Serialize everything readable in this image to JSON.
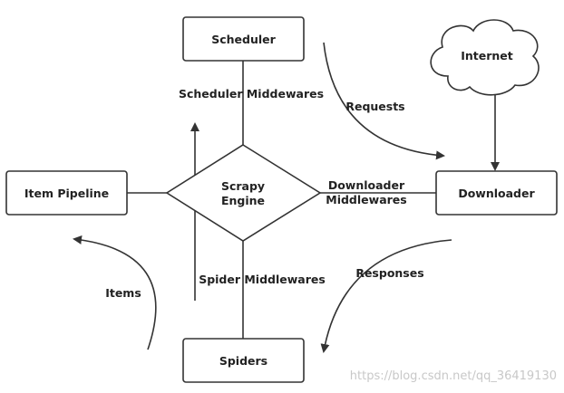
{
  "nodes": {
    "scheduler": "Scheduler",
    "internet": "Internet",
    "item_pipeline": "Item Pipeline",
    "engine_line1": "Scrapy",
    "engine_line2": "Engine",
    "downloader": "Downloader",
    "spiders": "Spiders"
  },
  "edges": {
    "scheduler_middlewares": "Scheduler Middewares",
    "downloader_middlewares_line1": "Downloader",
    "downloader_middlewares_line2": "Middlewares",
    "spider_middlewares": "Spider Middlewares",
    "requests": "Requests",
    "responses": "Responses",
    "items": "Items"
  },
  "watermark": "https://blog.csdn.net/qq_36419130",
  "colors": {
    "stroke": "#333333",
    "text": "#222222",
    "watermark": "#c8c8c8"
  }
}
